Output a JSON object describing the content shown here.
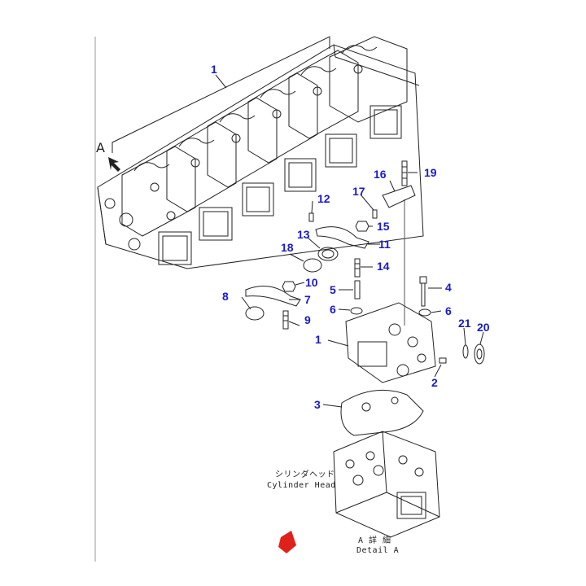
{
  "view": {
    "arrow_label": "A",
    "cylinder_head_jp": "シリンダヘッド",
    "cylinder_head_en": "Cylinder Head",
    "detail_jp": "A 詳 細",
    "detail_en": "Detail A",
    "colors": {
      "callout": "#1a1ac8",
      "lines": "#222222",
      "marker": "#e0201a"
    }
  },
  "callouts": {
    "c1_top": "1",
    "c1_detail": "1",
    "c2": "2",
    "c3": "3",
    "c4": "4",
    "c5": "5",
    "c6_left": "6",
    "c6_right": "6",
    "c7": "7",
    "c8": "8",
    "c9": "9",
    "c10": "10",
    "c11": "11",
    "c12": "12",
    "c13": "13",
    "c14": "14",
    "c15": "15",
    "c16": "16",
    "c17": "17",
    "c18": "18",
    "c19": "19",
    "c20": "20",
    "c21": "21"
  }
}
